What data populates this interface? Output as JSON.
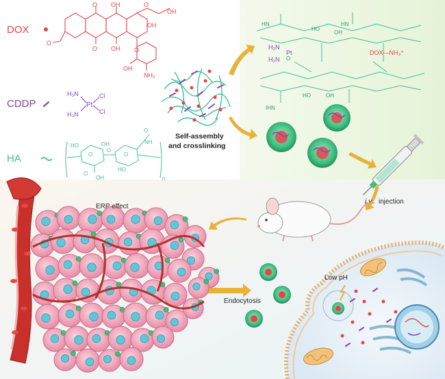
{
  "legend": {
    "dox": "DOX",
    "cddp": "CDDP",
    "ha": "HA"
  },
  "colors": {
    "dox": "#e8424a",
    "cddp": "#8a3fb4",
    "ha": "#3fbf9a",
    "vessel": "#c9302c",
    "cell_pink": "#f0a4b8",
    "nucleus": "#5ec8d8",
    "arrow": "#e8b23a"
  },
  "labels": {
    "self_assembly": "Self-assembly",
    "crosslinking": "and crosslinking",
    "injection_italic": "i.v.",
    "injection": "injection",
    "erp": "ERP effect",
    "endocytosis": "Endocytosis",
    "low_ph": "Low pH",
    "dox_nh3": "DOX—NH₃⁺"
  },
  "chem": {
    "dox_o1": "O",
    "dox_oh1": "OH",
    "dox_o2": "O",
    "dox_oh2": "OH",
    "dox_oh3": "OH",
    "dox_o3": "O",
    "dox_oh4": "OH",
    "dox_o4": "O",
    "dox_o5": "O",
    "dox_oh5": "OH",
    "dox_nh2": "NH₂",
    "cddp_h3n1": "H₃N",
    "cddp_pt": "Pt",
    "cddp_cl1": "Cl",
    "cddp_h3n2": "H₃N",
    "cddp_cl2": "Cl",
    "ha_ho1": "HO",
    "ha_oh1": "OH",
    "ha_o1": "O",
    "ha_o2": "O",
    "ha_o3": "O",
    "ha_nh": "NH",
    "ha_ho2": "HO",
    "ha_oh2": "OH",
    "ha_o4": "O",
    "ha_n": "n",
    "ha_acetyl_o": "O",
    "net_hn1": "HN",
    "net_h2n1": "H₂N",
    "net_pt": "Pt",
    "net_h2n2": "H₂N",
    "net_ho1": "HO",
    "net_oh1": "OH",
    "net_o1": "O",
    "net_hn2": "HN",
    "net_ihn": "IHN",
    "net_ho2": "HO",
    "net_oh2": "OH"
  }
}
